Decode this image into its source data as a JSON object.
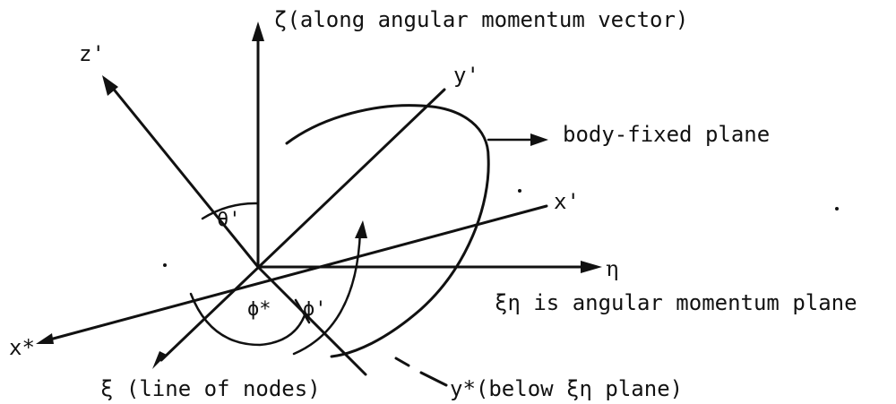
{
  "labels": {
    "zeta_axis": "ζ(along angular momentum vector)",
    "z_prime": "z'",
    "y_prime": "y'",
    "body_fixed_plane": "body-fixed plane",
    "x_prime": "x'",
    "theta_prime": "θ'",
    "eta": "η",
    "xi_eta_plane": "ξη is angular momentum plane",
    "x_star": "x*",
    "phi_star": "ϕ*",
    "phi_prime": "ϕ'",
    "xi_line_of_nodes": "ξ (line of nodes)",
    "y_star": "y*(below ξη plane)"
  }
}
